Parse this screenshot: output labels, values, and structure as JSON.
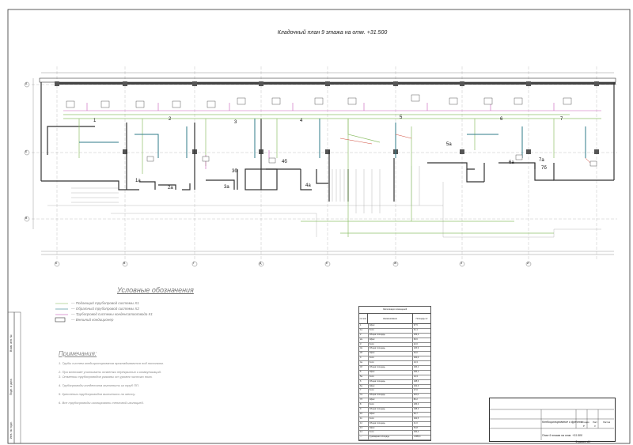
{
  "drawing": {
    "title": "Кладочный план 9 этажа на отм. +31.500",
    "format": "Формат А1"
  },
  "rooms": [
    {
      "label": "1"
    },
    {
      "label": "2"
    },
    {
      "label": "3"
    },
    {
      "label": "4"
    },
    {
      "label": "5"
    },
    {
      "label": "6"
    },
    {
      "label": "7"
    },
    {
      "label": "1а"
    },
    {
      "label": "2а"
    },
    {
      "label": "3а"
    },
    {
      "label": "3б"
    },
    {
      "label": "4б"
    },
    {
      "label": "4а"
    },
    {
      "label": "5а"
    },
    {
      "label": "6а"
    },
    {
      "label": "7а"
    },
    {
      "label": "7б"
    }
  ],
  "axes": {
    "columns": [
      "Б",
      "В",
      "Г",
      "Д",
      "Е",
      "Ж",
      "З",
      "И"
    ],
    "rows": [
      "А",
      "Б",
      "В",
      "Г"
    ]
  },
  "legend": {
    "title": "Условные обозначения",
    "items": [
      "— Подающий трубопровод системы Х1",
      "— Обратный трубопровод системы Х2",
      "— Трубопровод системы конденсатоотвода К1",
      "— Внешний кондиционер"
    ]
  },
  "notes": {
    "title": "Примечания:",
    "items": [
      "1. Трубы систем кондиционирования прокладываются под потолком.",
      "2. При монтаже учитывать отметки перекрытия и коммуникаций.",
      "3. Отметки трубопроводов указаны от уровня чистого пола.",
      "4. Трубопроводы конденсата выполнить из труб ПП.",
      "5. Крепления трубопроводов выполнить по месту.",
      "6. Все трубопроводы изолировать тепловой изоляцией."
    ]
  },
  "table": {
    "caption": "Экспликация помещений",
    "headers": [
      "№ пом.",
      "Наименование",
      "Площадь м²"
    ],
    "rows": [
      [
        "1",
        "Офис",
        "97,5"
      ],
      [
        "1а",
        "Холл",
        "21,1"
      ],
      [
        "2",
        "Общая площадь",
        "103,3"
      ],
      [
        "2а",
        "Офис",
        "69,6"
      ],
      [
        "3",
        "Холл",
        "22,0"
      ],
      [
        "3а",
        "Общая площадь",
        "126,9"
      ],
      [
        "3б",
        "Офис",
        "20,6"
      ],
      [
        "4",
        "Холл",
        "102,0"
      ],
      [
        "4а",
        "Холл",
        "14,3"
      ],
      [
        "4б",
        "Общая площадь",
        "106,1"
      ],
      [
        "5",
        "Офис",
        "106,1"
      ],
      [
        "5а",
        "Холл",
        "14,3"
      ],
      [
        "6",
        "Общая площадь",
        "108,6"
      ],
      [
        "6а",
        "Офис",
        "102,3"
      ],
      [
        "7",
        "Холл",
        "17,0"
      ],
      [
        "7а",
        "Общая площадь",
        "110,6"
      ],
      [
        "7б",
        "Офис",
        "80,2"
      ],
      [
        "8",
        "Холл",
        "105,3"
      ],
      [
        "9",
        "Общая площадь",
        "138,3"
      ],
      [
        "10",
        "Офис",
        "94,7"
      ],
      [
        "11",
        "Холл",
        "162,5"
      ],
      [
        "12",
        "Общая площадь",
        "21,0"
      ],
      [
        "13",
        "Офис",
        "54,8"
      ],
      [
        "14",
        "Холл",
        "106,4"
      ],
      [
        "—",
        "Суммарная площадь",
        "1 980,4"
      ]
    ]
  },
  "stamp": {
    "name": "Кондиционирование и фреонов",
    "sheet_title": "План 9 этажа на отм. +31.500",
    "stage_label": "Стадия",
    "sheet_label": "Лист",
    "sheets_label": "Листов",
    "stage": "Р",
    "sheet": "3"
  },
  "side_strip": [
    "Инв. № подл.",
    "Подп. и дата",
    "Взам. инв. №"
  ]
}
